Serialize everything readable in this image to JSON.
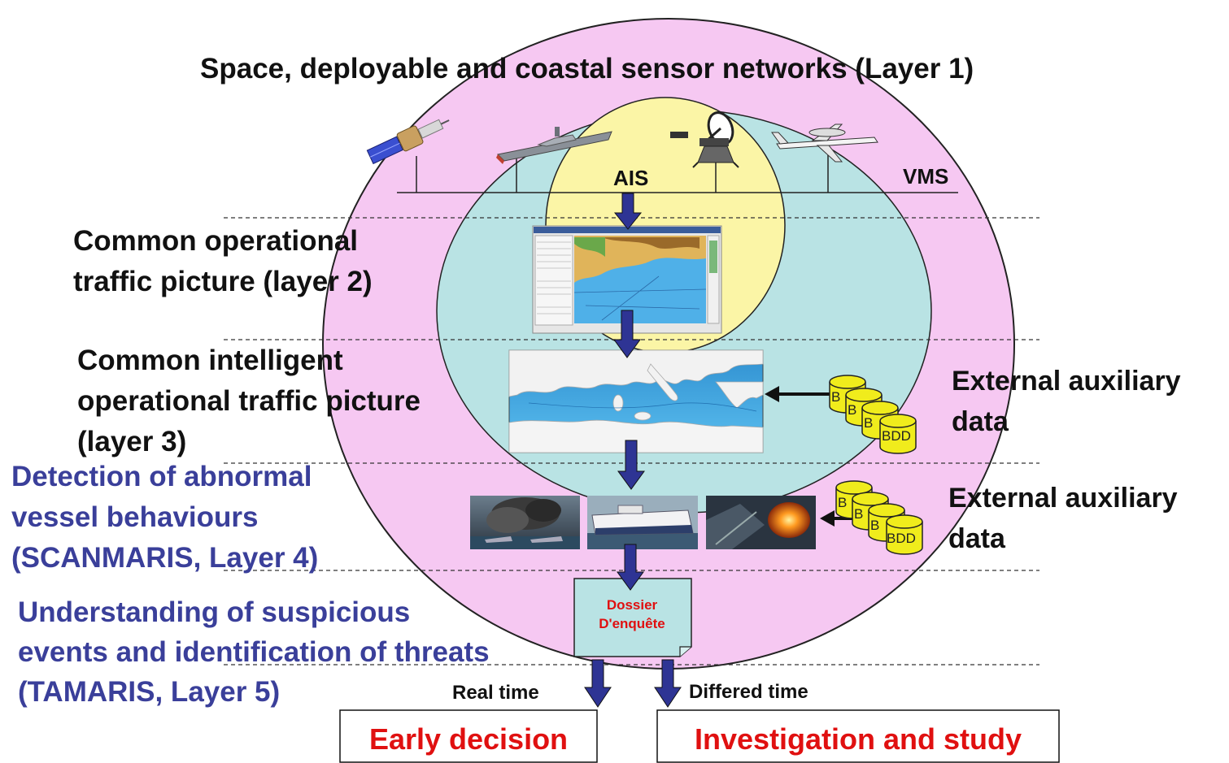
{
  "title": "Space, deployable and coastal sensor networks (Layer 1)",
  "sensors": {
    "ais_label": "AIS",
    "vms_label": "VMS",
    "icons": [
      "satellite-icon",
      "warship-icon",
      "radar-icon",
      "aircraft-icon"
    ]
  },
  "layers": {
    "layer2": [
      "Common operational",
      "traffic picture (layer 2)"
    ],
    "layer3": [
      "Common intelligent",
      "operational traffic picture",
      "(layer 3)"
    ],
    "layer4": [
      "Detection of abnormal",
      "vessel behaviours",
      "(SCANMARIS, Layer 4)"
    ],
    "layer5": [
      "Understanding of suspicious",
      "events and identification of threats",
      "(TAMARIS, Layer 5)"
    ]
  },
  "auxiliary": {
    "top": [
      "External auxiliary",
      "data"
    ],
    "bottom": [
      "External auxiliary",
      "data"
    ],
    "db_label_short": "B",
    "db_label": "BDD"
  },
  "dossier": {
    "line1": "Dossier",
    "line2": "D'enquête"
  },
  "outputs": {
    "real_time_label": "Real time",
    "differed_time_label": "Differed time",
    "early_decision": "Early decision",
    "investigation": "Investigation and study"
  },
  "colors": {
    "outer_circle": "#f6c8f2",
    "middle_circle": "#b9e3e4",
    "inner_circle": "#fbf5a6",
    "arrow": "#2e3494",
    "layer_text_dark": "#111111",
    "layer_text_blue": "#3a3f9a",
    "output_text": "#e01010",
    "database": "#f0ec1c"
  }
}
